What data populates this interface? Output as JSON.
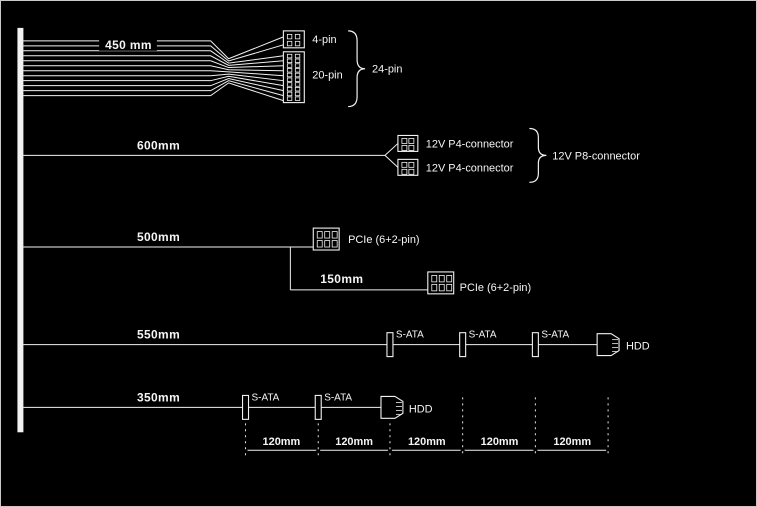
{
  "cables": [
    {
      "length_label": "450 mm",
      "connectors": [
        "4-pin",
        "20-pin"
      ],
      "group_label": "24-pin"
    },
    {
      "length_label": "600mm",
      "connectors": [
        "12V P4-connector",
        "12V P4-connector"
      ],
      "group_label": "12V P8-connector"
    },
    {
      "length_label": "500mm",
      "branch_length_label": "150mm",
      "connectors": [
        "PCIe (6+2-pin)",
        "PCIe (6+2-pin)"
      ]
    },
    {
      "length_label": "550mm",
      "connectors": [
        "S-ATA",
        "S-ATA",
        "S-ATA",
        "HDD"
      ]
    },
    {
      "length_label": "350mm",
      "connectors": [
        "S-ATA",
        "S-ATA",
        "HDD"
      ]
    }
  ],
  "measurements": [
    "120mm",
    "120mm",
    "120mm",
    "120mm",
    "120mm"
  ],
  "colors": {
    "background": "#000000",
    "line": "#f2f2f2",
    "text": "#f5f5f5",
    "border": "#c9c9c9"
  }
}
